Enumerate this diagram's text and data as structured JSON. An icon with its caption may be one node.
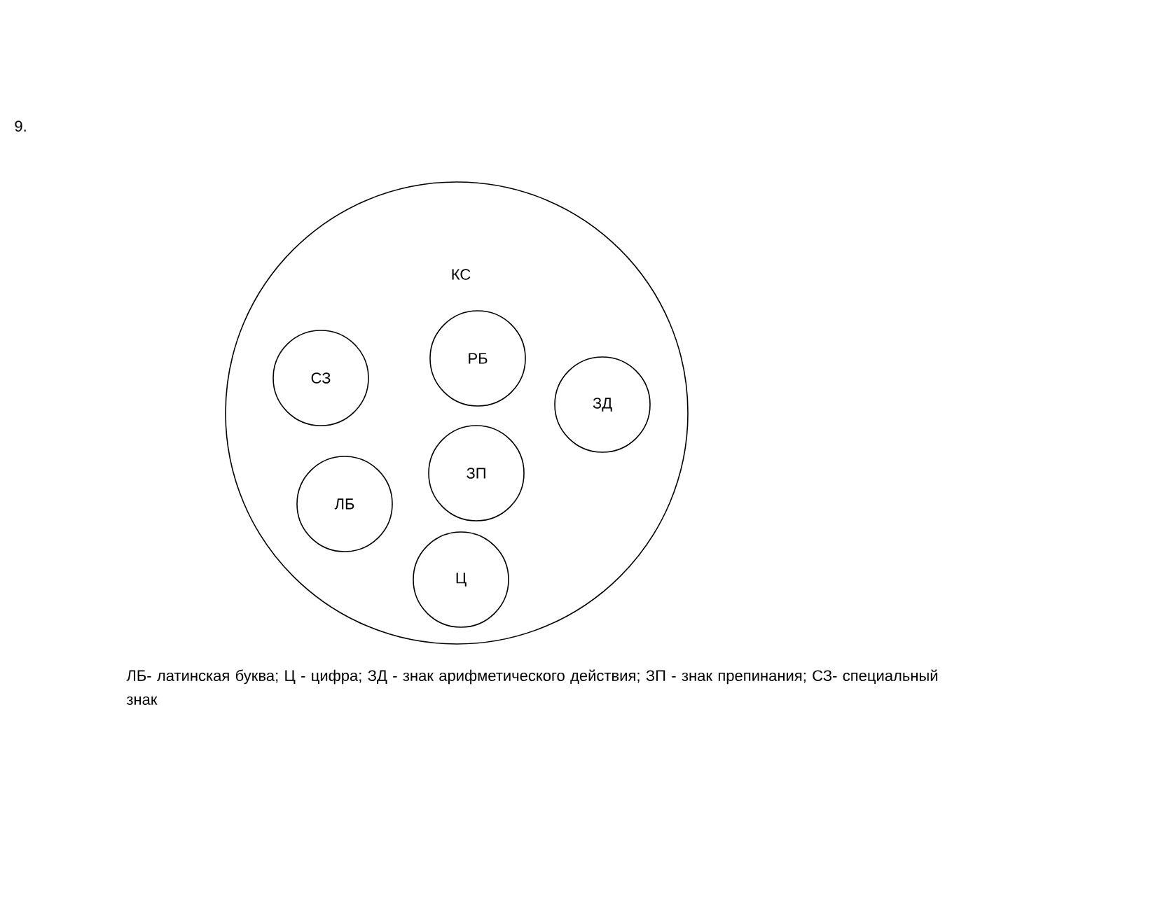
{
  "diagram": {
    "nodes": [
      {
        "text": [
          "КС"
        ]
      },
      {
        "text": [
          "СЗ"
        ],
        "in": 0
      },
      {
        "text": [
          "РБ"
        ],
        "in": 0
      },
      {
        "text": [
          "ЗД"
        ],
        "in": 0
      },
      {
        "text": [
          "ЗП"
        ],
        "in": 0
      },
      {
        "text": [
          "ЛБ"
        ],
        "in": 0
      },
      {
        "text": [
          "Ц"
        ],
        "in": 0
      }
    ],
    "labels": [
      "9.",
      "ЛБ- латинская буква; Ц - цифра; ЗД - знак арифметического действия; ЗП - знак препинания; СЗ- специальный знак"
    ]
  }
}
